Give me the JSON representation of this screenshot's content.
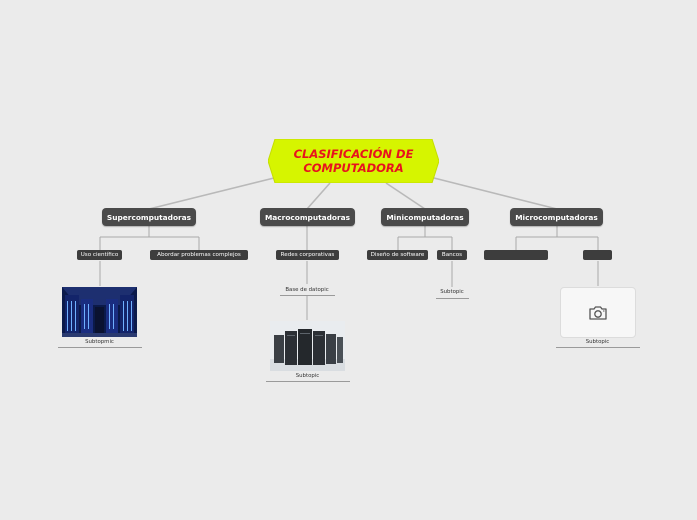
{
  "central": {
    "title": "CLASIFICACIÓN DE\nCOMPUTADORA"
  },
  "branches": [
    {
      "label": "Supercomputadoras",
      "subs": [
        {
          "label": "Uso científico"
        },
        {
          "label": "Abordar problemas complejos"
        }
      ],
      "leaf": {
        "label": "Subtopmic"
      }
    },
    {
      "label": "Macrocomputadoras",
      "subs": [
        {
          "label": "Redes corporativas"
        }
      ],
      "leaf_mid": {
        "label": "Base de datopic"
      },
      "leaf": {
        "label": "Subtopic"
      }
    },
    {
      "label": "Minicomputadoras",
      "subs": [
        {
          "label": "Diseño de software"
        },
        {
          "label": "Bancos"
        }
      ],
      "leaf": {
        "label": "Subtopic"
      }
    },
    {
      "label": "Microcomputadoras",
      "subs": [
        {
          "label": ""
        },
        {
          "label": ""
        }
      ],
      "leaf": {
        "label": "Subtopic"
      }
    }
  ],
  "icons": {
    "placeholder": "camera-icon"
  },
  "colors": {
    "central_fill": "#d6f500",
    "central_text": "#e8121e",
    "node_fill": "#4a4a4a",
    "background": "#ebebeb"
  }
}
